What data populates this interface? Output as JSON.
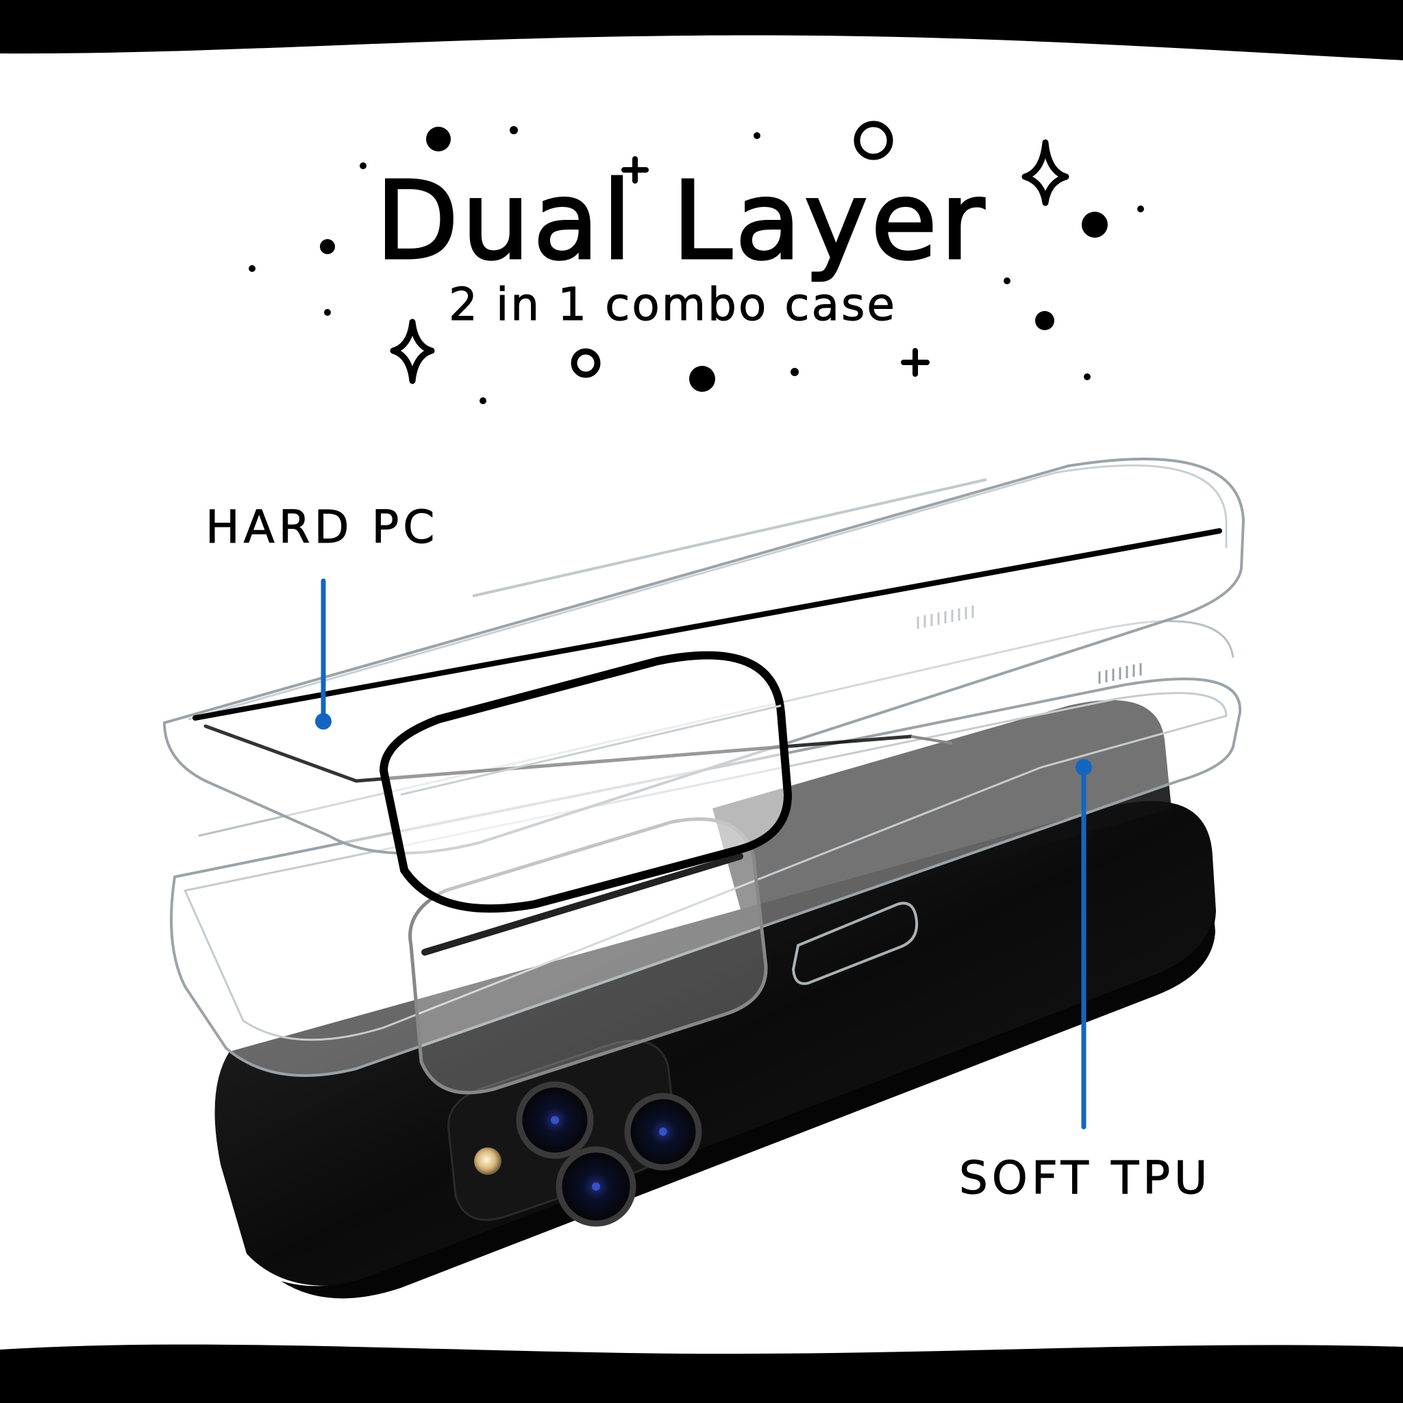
{
  "title": {
    "main": "Dual Layer",
    "sub": "2 in 1 combo case"
  },
  "callouts": {
    "hard": "HARD PC",
    "soft": "SOFT TPU"
  },
  "colors": {
    "accent": "#1565C0",
    "frame": "#000000",
    "background": "#FFFFFF",
    "phone": "#0d0d0d"
  }
}
